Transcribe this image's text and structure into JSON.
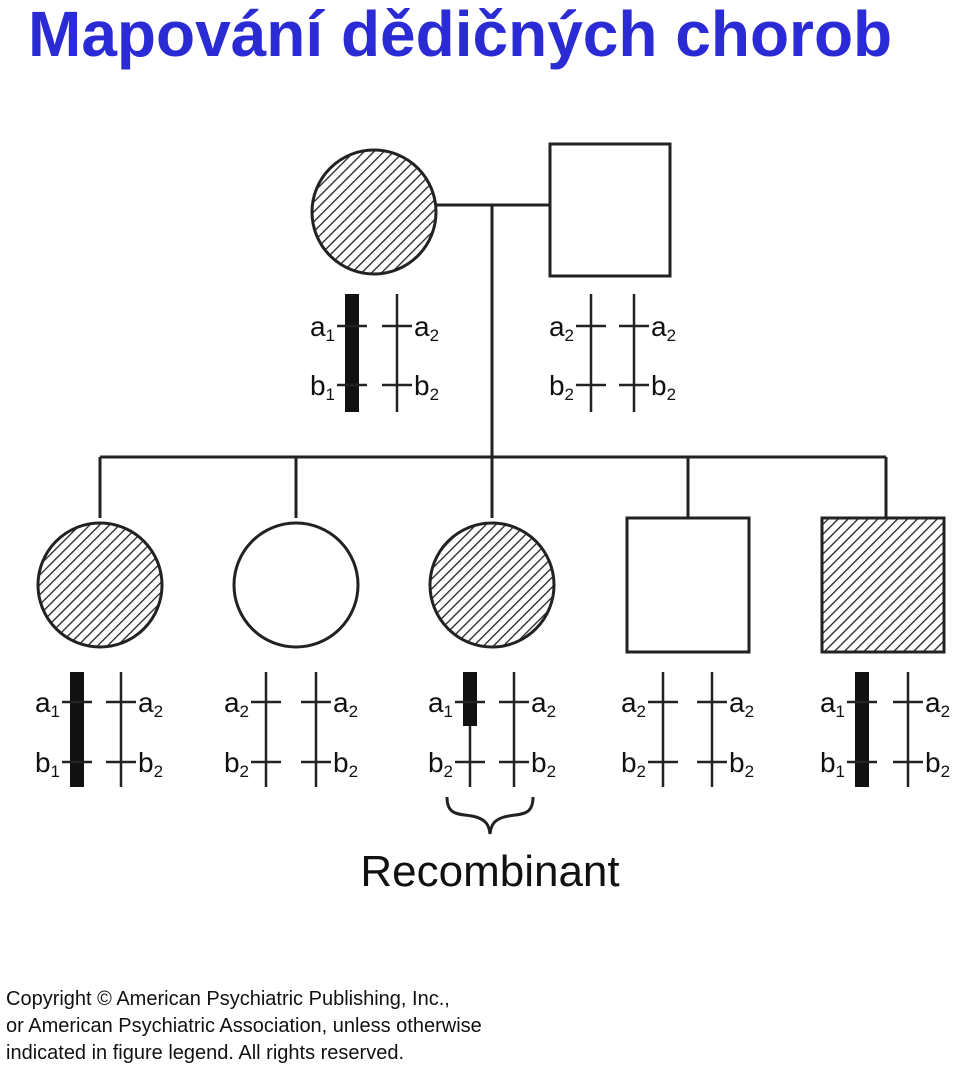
{
  "title": "Mapování dědičných chorob",
  "colors": {
    "title": "#2b2bd6",
    "line": "#222222",
    "affected_fill": "hatched"
  },
  "pedigree": {
    "parents": [
      {
        "id": "mother",
        "sex": "female",
        "affected": true,
        "chromosomes": [
          {
            "thick": true,
            "alleles": [
              {
                "letter": "a",
                "sub": "1"
              },
              {
                "letter": "b",
                "sub": "1"
              }
            ]
          },
          {
            "thick": false,
            "alleles": [
              {
                "letter": "a",
                "sub": "2"
              },
              {
                "letter": "b",
                "sub": "2"
              }
            ]
          }
        ]
      },
      {
        "id": "father",
        "sex": "male",
        "affected": false,
        "chromosomes": [
          {
            "thick": false,
            "alleles": [
              {
                "letter": "a",
                "sub": "2"
              },
              {
                "letter": "b",
                "sub": "2"
              }
            ]
          },
          {
            "thick": false,
            "alleles": [
              {
                "letter": "a",
                "sub": "2"
              },
              {
                "letter": "b",
                "sub": "2"
              }
            ]
          }
        ]
      }
    ],
    "children": [
      {
        "id": "child-1",
        "sex": "female",
        "affected": true,
        "chromosomes": [
          {
            "thick": "full",
            "alleles": [
              {
                "letter": "a",
                "sub": "1"
              },
              {
                "letter": "b",
                "sub": "1"
              }
            ]
          },
          {
            "thick": false,
            "alleles": [
              {
                "letter": "a",
                "sub": "2"
              },
              {
                "letter": "b",
                "sub": "2"
              }
            ]
          }
        ]
      },
      {
        "id": "child-2",
        "sex": "female",
        "affected": false,
        "chromosomes": [
          {
            "thick": false,
            "alleles": [
              {
                "letter": "a",
                "sub": "2"
              },
              {
                "letter": "b",
                "sub": "2"
              }
            ]
          },
          {
            "thick": false,
            "alleles": [
              {
                "letter": "a",
                "sub": "2"
              },
              {
                "letter": "b",
                "sub": "2"
              }
            ]
          }
        ]
      },
      {
        "id": "child-3",
        "sex": "female",
        "affected": true,
        "recombinant": true,
        "chromosomes": [
          {
            "thick": "top",
            "alleles": [
              {
                "letter": "a",
                "sub": "1"
              },
              {
                "letter": "b",
                "sub": "2"
              }
            ]
          },
          {
            "thick": false,
            "alleles": [
              {
                "letter": "a",
                "sub": "2"
              },
              {
                "letter": "b",
                "sub": "2"
              }
            ]
          }
        ]
      },
      {
        "id": "child-4",
        "sex": "male",
        "affected": false,
        "chromosomes": [
          {
            "thick": false,
            "alleles": [
              {
                "letter": "a",
                "sub": "2"
              },
              {
                "letter": "b",
                "sub": "2"
              }
            ]
          },
          {
            "thick": false,
            "alleles": [
              {
                "letter": "a",
                "sub": "2"
              },
              {
                "letter": "b",
                "sub": "2"
              }
            ]
          }
        ]
      },
      {
        "id": "child-5",
        "sex": "male",
        "affected": true,
        "chromosomes": [
          {
            "thick": "full",
            "alleles": [
              {
                "letter": "a",
                "sub": "1"
              },
              {
                "letter": "b",
                "sub": "1"
              }
            ]
          },
          {
            "thick": false,
            "alleles": [
              {
                "letter": "a",
                "sub": "2"
              },
              {
                "letter": "b",
                "sub": "2"
              }
            ]
          }
        ]
      }
    ]
  },
  "recombinant_label": "Recombinant",
  "copyright": {
    "line1": "Copyright © American Psychiatric Publishing, Inc.,",
    "line2": "or American Psychiatric Association, unless otherwise",
    "line3": "indicated in figure legend. All rights reserved."
  }
}
